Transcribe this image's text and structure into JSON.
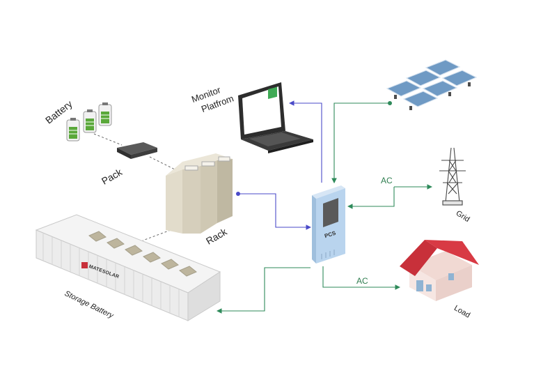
{
  "labels": {
    "battery": "Battery",
    "pack": "Pack",
    "rack": "Rack",
    "storage": "Storage Battery",
    "monitor_line1": "Monitor",
    "monitor_line2": "Platfrom",
    "pcs": "PCS",
    "grid": "Grid",
    "load": "Load",
    "ac_grid": "AC",
    "ac_load": "AC",
    "brand": "MATESOLAR"
  },
  "colors": {
    "data_line": "#4a4ac8",
    "power_line": "#2e8a5a",
    "roof": "#c8303a",
    "pcs_body": "#b9d4ee",
    "panel": "#6f9ac4",
    "battery_green": "#5aa83a"
  },
  "icons": [
    "battery-icon",
    "pack-icon",
    "rack-icon",
    "container-icon",
    "laptop-icon",
    "pcs-icon",
    "solar-panel-icon",
    "pylon-icon",
    "house-icon"
  ]
}
